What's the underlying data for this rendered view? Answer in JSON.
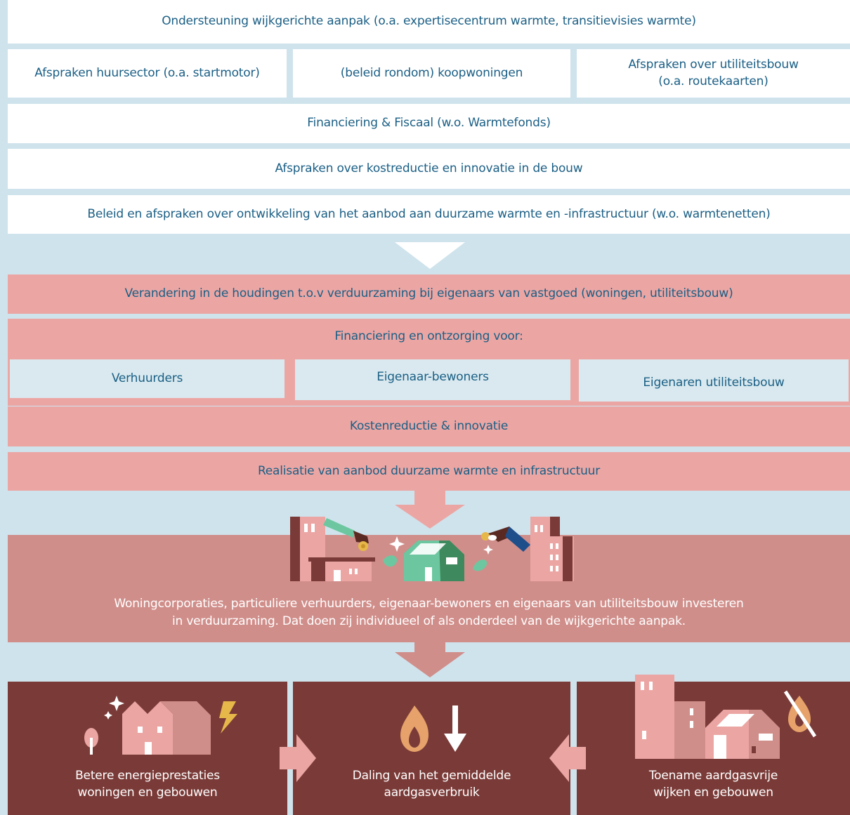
{
  "policy": {
    "row1": "Ondersteuning wijkgerichte aanpak (o.a. expertisecentrum warmte, transitievisies warmte)",
    "row2": {
      "left": "Afspraken huursector (o.a. startmotor)",
      "middle": "(beleid rondom) koopwoningen",
      "right_line1": "Afspraken over utiliteitsbouw",
      "right_line2": "(o.a. routekaarten)"
    },
    "row3": "Financiering & Fiscaal (w.o. Warmtefonds)",
    "row4": "Afspraken over kostreductie en innovatie in de bouw",
    "row5": "Beleid en afspraken over ontwikkeling van het aanbod aan duurzame warmte en -infrastructuur (w.o. warmtenetten)"
  },
  "effects": {
    "row1": "Verandering in de  houdingen t.o.v verduurzaming bij eigenaars van vastgoed (woningen, utiliteitsbouw)",
    "financing_header": "Financiering en ontzorging voor:",
    "groups": [
      "Verhuurders",
      "Eigenaar-bewoners",
      "Eigenaren utiliteitsbouw"
    ],
    "row3": "Kostenreductie & innovatie",
    "row4": "Realisatie van aanbod duurzame warmte en infrastructuur"
  },
  "investment": {
    "line1": "Woningcorporaties, particuliere verhuurders, eigenaar-bewoners en eigenaars van utiliteitsbouw investeren",
    "line2": "in verduurzaming. Dat doen zij individueel of als onderdeel van de wijkgerichte aanpak."
  },
  "outcomes": [
    {
      "line1": "Betere energieprestaties",
      "line2": "woningen en gebouwen"
    },
    {
      "line1": "Daling van  het gemiddelde",
      "line2": "aardgasverbruik"
    },
    {
      "line1": "Toename aardgasvrije",
      "line2": "wijken en gebouwen"
    }
  ],
  "colors": {
    "background": "#cfe3ec",
    "policy_box": "#ffffff",
    "effect_box": "#eba6a4",
    "investment_box": "#d08e8a",
    "outcome_box": "#7a3b38",
    "text": "#1b5f85"
  }
}
